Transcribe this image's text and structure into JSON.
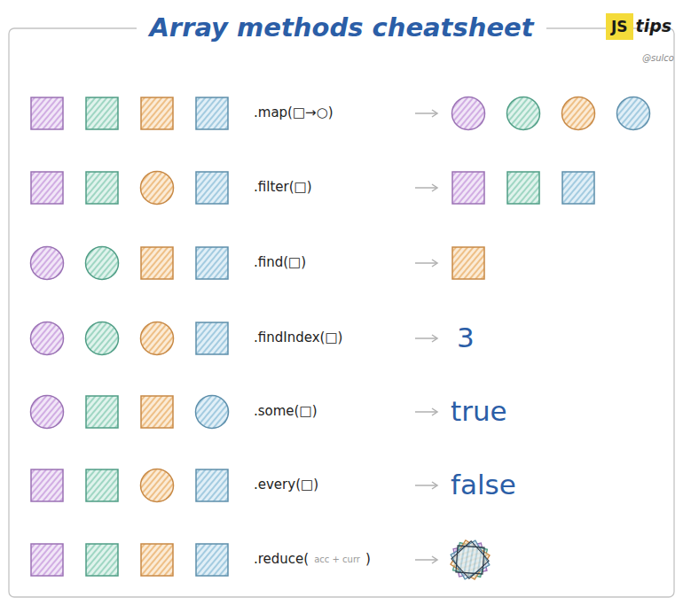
{
  "diagram": {
    "title": "Array methods cheatsheet",
    "nodes": [
      {
        "text": [
          "JS"
        ]
      }
    ],
    "labels": [
      "tips",
      "@sulco",
      ".map(□→○)",
      ".filter(□)",
      ".find(□)",
      ".findIndex(□)",
      "3",
      ".some(□)",
      "true",
      ".every(□)",
      "false",
      ".reduce(",
      "acc + curr",
      ")"
    ]
  }
}
